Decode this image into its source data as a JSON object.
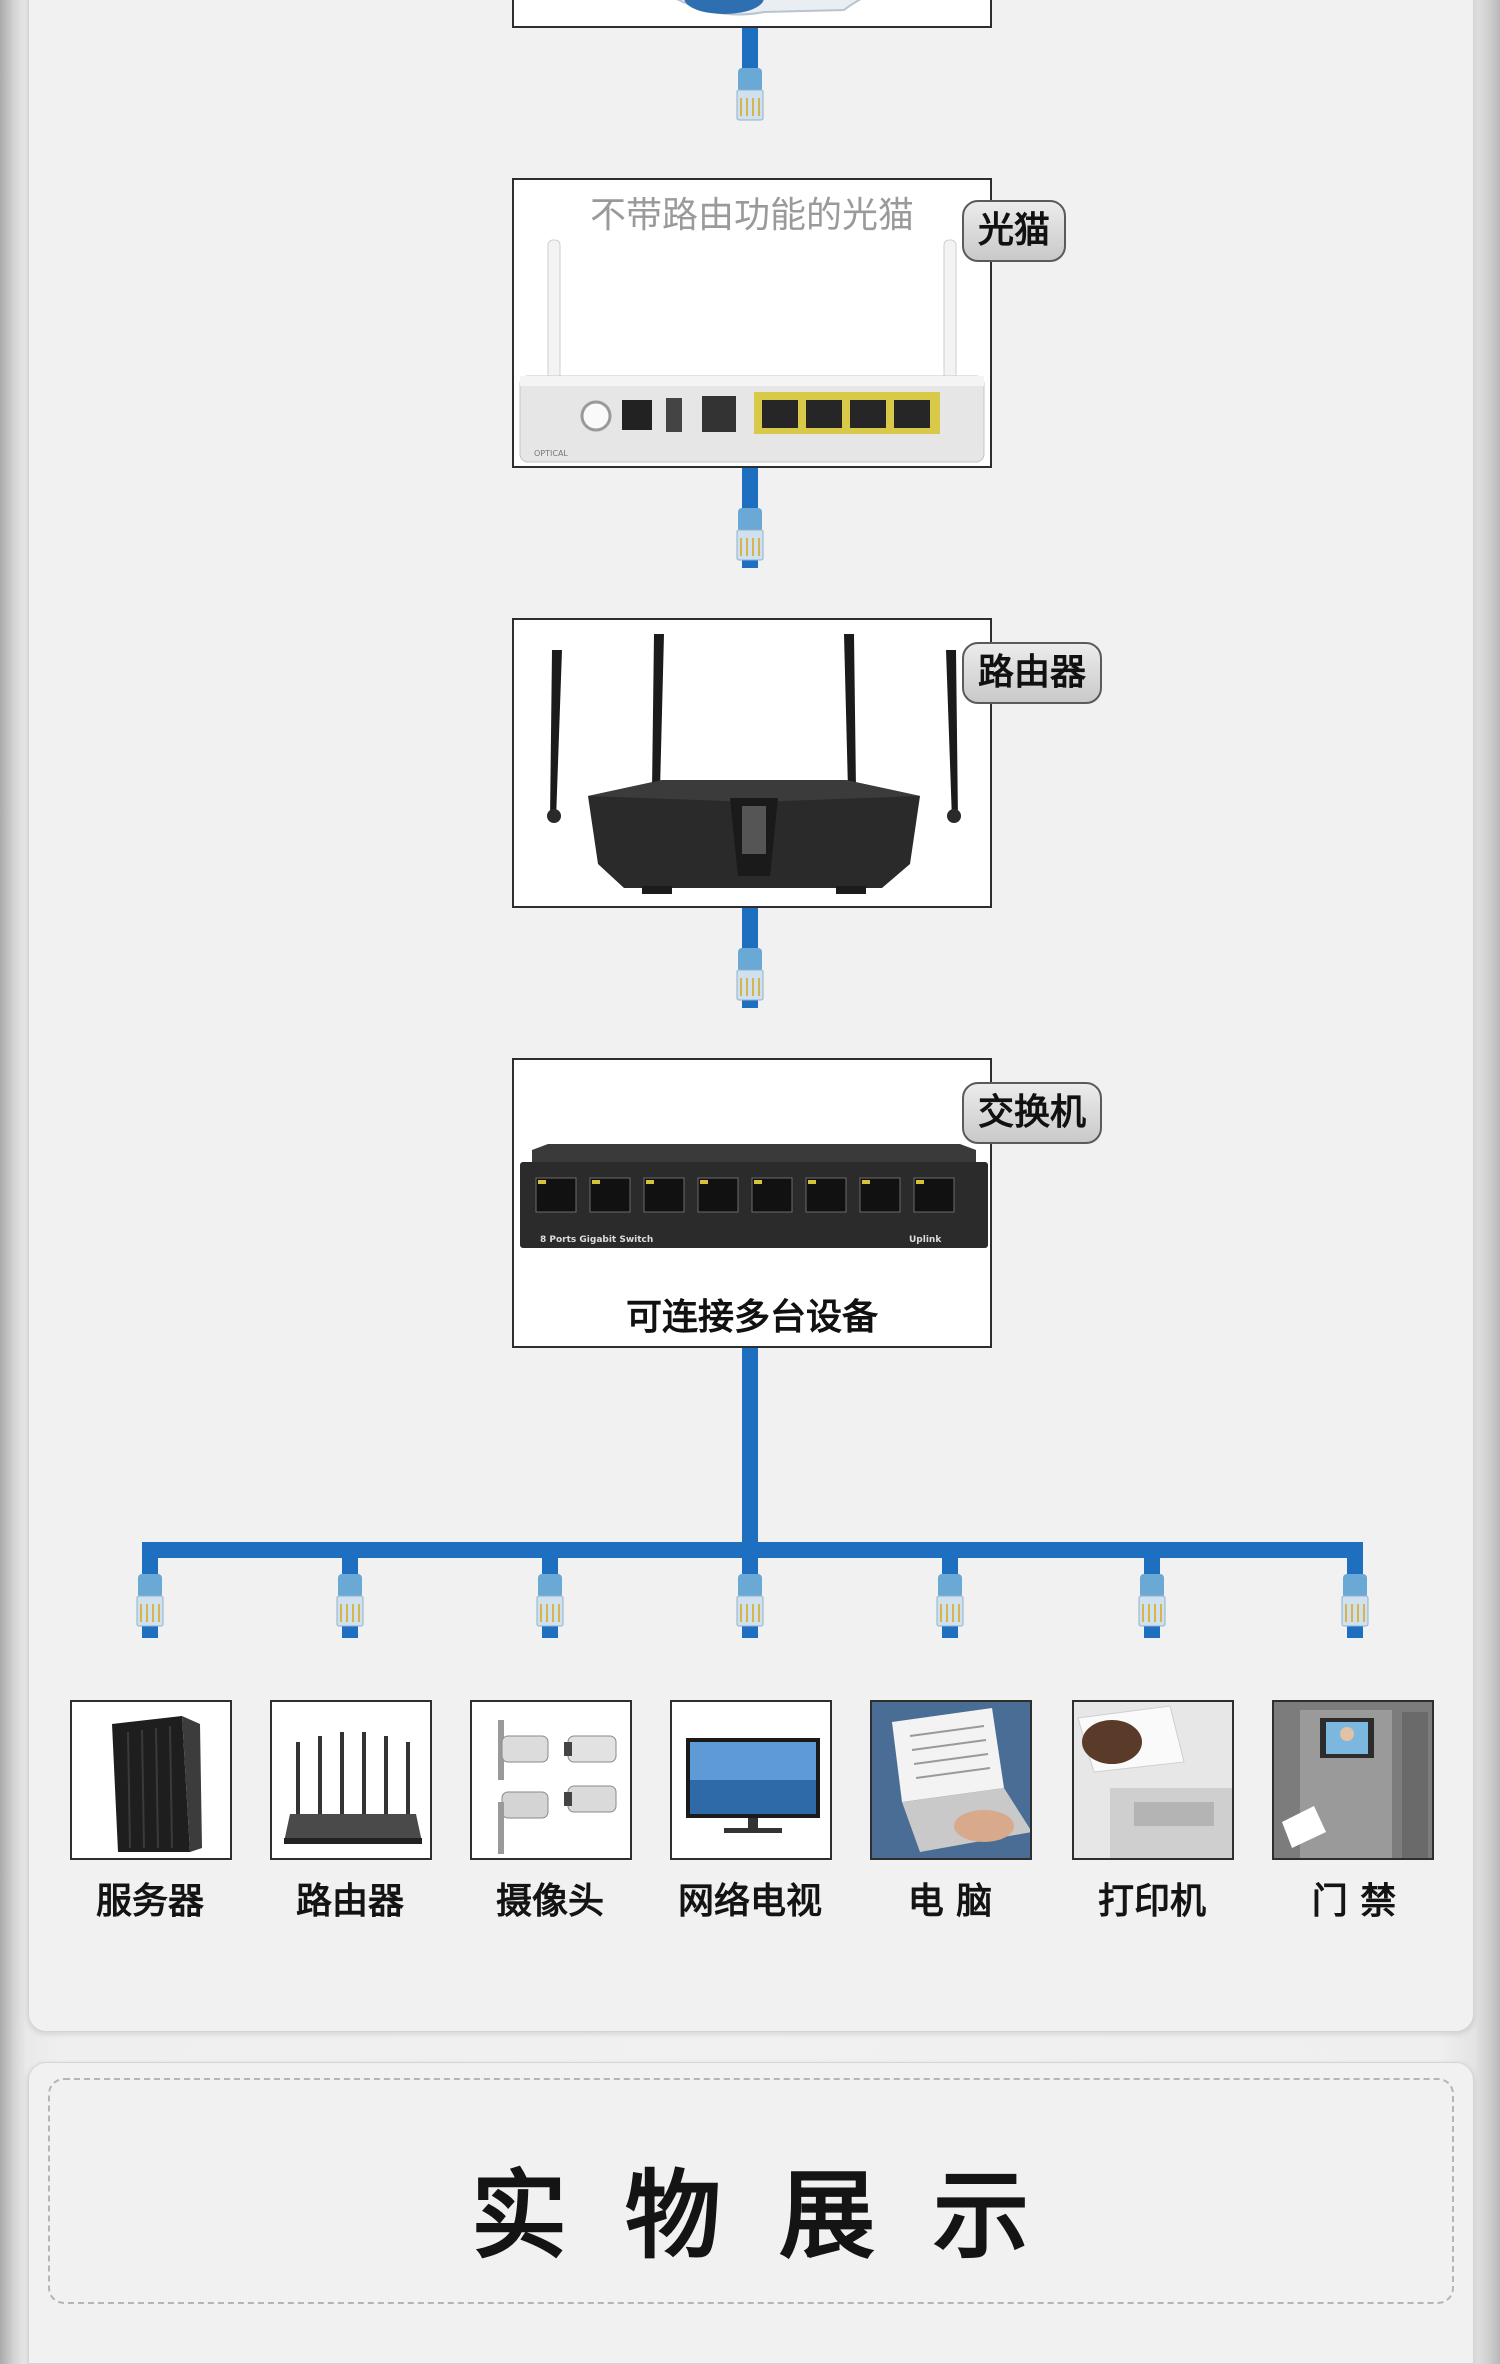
{
  "modem": {
    "ghost_text": "不带路由功能的光猫",
    "badge": "光猫"
  },
  "router": {
    "badge": "路由器"
  },
  "switch": {
    "badge": "交换机",
    "caption": "可连接多台设备",
    "ports_text": "8 Ports Gigabit Switch",
    "uplink_text": "Uplink"
  },
  "devices": [
    {
      "label": "服务器",
      "icon": "server-icon"
    },
    {
      "label": "路由器",
      "icon": "router-icon"
    },
    {
      "label": "摄像头",
      "icon": "camera-icon"
    },
    {
      "label": "网络电视",
      "icon": "tv-icon"
    },
    {
      "label": "电 脑",
      "icon": "laptop-icon"
    },
    {
      "label": "打印机",
      "icon": "printer-icon"
    },
    {
      "label": "门 禁",
      "icon": "access-control-icon"
    }
  ],
  "section": {
    "title": "实物展示"
  },
  "colors": {
    "cable": "#1f6fc0",
    "connector": "#6aa8d6"
  }
}
